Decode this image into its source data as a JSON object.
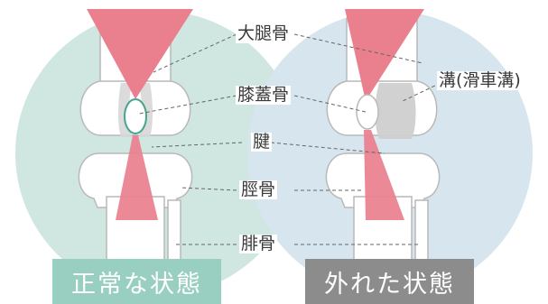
{
  "labels": {
    "femur": "大腿骨",
    "groove": "溝(滑車溝)",
    "patella": "膝蓋骨",
    "tendon": "腱",
    "tibia": "脛骨",
    "fibula": "腓骨"
  },
  "states": {
    "normal": "正常な状態",
    "dislocated": "外れた状態"
  },
  "colors": {
    "normal_circle": "#cfe6e1",
    "dislocated_circle": "#d7e6ee",
    "muscle": "#ea7f8e",
    "bone_outline": "#b9b9b9",
    "patella_normal_outline": "#46a58e",
    "normal_badge": "#99cfc1",
    "dislocated_badge": "#8c8c8c",
    "label_text": "#3a3a3a"
  }
}
